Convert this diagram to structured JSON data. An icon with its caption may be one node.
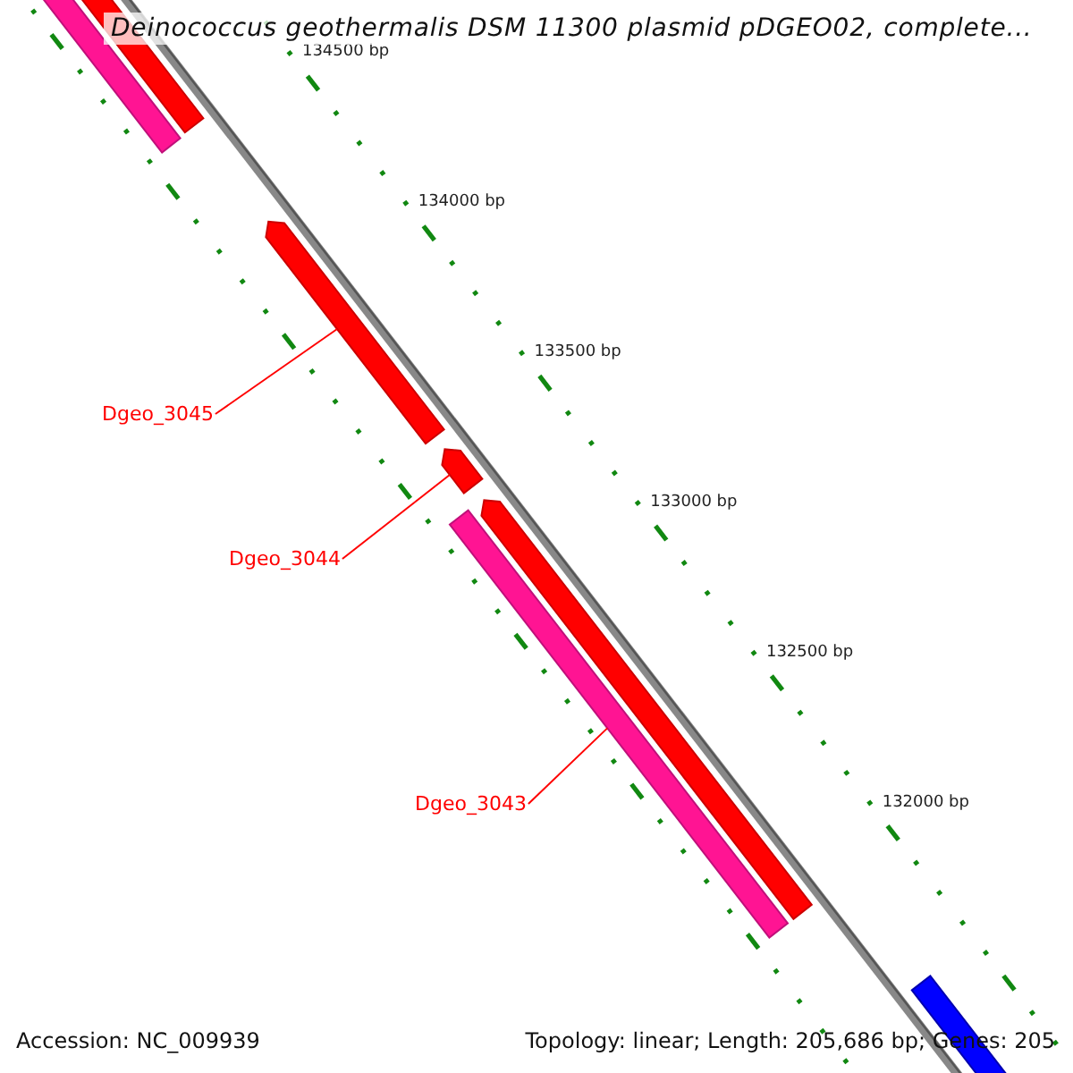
{
  "diagram": {
    "title": "Deinococcus geothermalis DSM 11300 plasmid pDGEO02, complete...",
    "nodes": [
      {
        "text": [
          "Dgeo_3045"
        ]
      },
      {
        "text": [],
        "shape": "bar"
      },
      {
        "text": [
          "Dgeo_3044"
        ]
      },
      {
        "text": [],
        "shape": "bar"
      },
      {
        "text": [
          "Dgeo_3043"
        ]
      },
      {
        "text": [],
        "shape": "bar"
      }
    ],
    "edges": [
      {
        "from": 0,
        "to": 1,
        "arrow": "none"
      },
      {
        "from": 2,
        "to": 3,
        "arrow": "none"
      },
      {
        "from": 4,
        "to": 5,
        "arrow": "none"
      }
    ],
    "labels": [
      "134500 bp",
      "134000 bp",
      "133500 bp",
      "133000 bp",
      "132500 bp",
      "132000 bp",
      "Accession: NC_009939",
      "Topology: linear; Length: 205,686 bp; Genes: 205"
    ]
  }
}
